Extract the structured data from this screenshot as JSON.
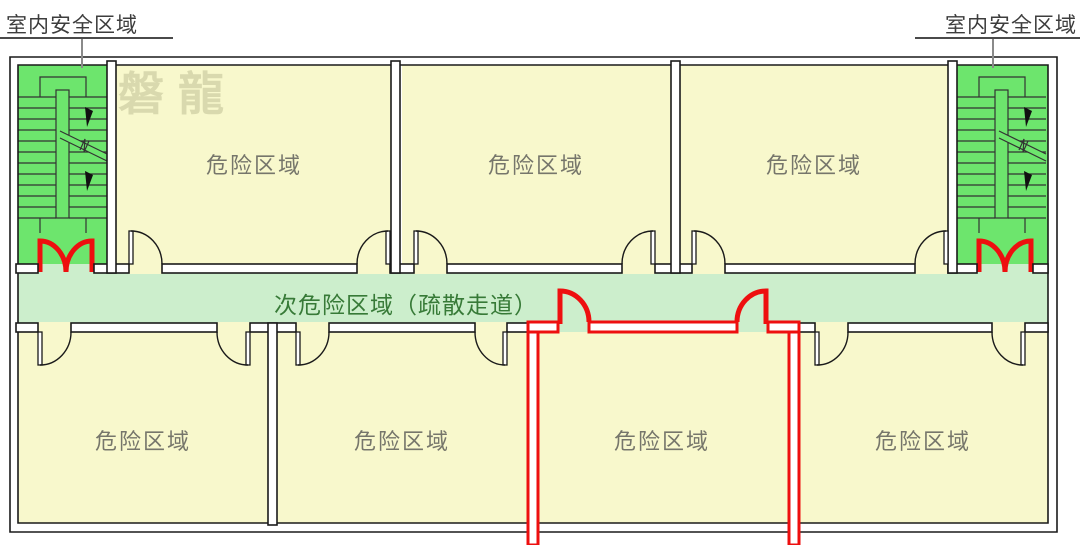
{
  "labels": {
    "indoor_safe_left": "室内安全区域",
    "indoor_safe_right": "室内安全区域",
    "corridor": "次危险区域（疏散走道）",
    "watermark": "磐龍"
  },
  "rooms": {
    "top": [
      {
        "label": "危险区域"
      },
      {
        "label": "危险区域"
      },
      {
        "label": "危险区域"
      }
    ],
    "bottom": [
      {
        "label": "危险区域"
      },
      {
        "label": "危险区域"
      },
      {
        "label": "危险区域",
        "highlighted": true
      },
      {
        "label": "危险区域"
      }
    ]
  },
  "legend_semantics": {
    "green_area": "室内安全区域",
    "yellow_area": "危险区域",
    "mint_area": "次危险区域（疏散走道）"
  },
  "colors": {
    "room_yellow": "#f8f8cc",
    "stair_green": "#6de56d",
    "corridor_green": "#cceecc",
    "highlight_red": "#ee0f0f",
    "wall": "#1a1a1a",
    "room_label": "#76766b",
    "corridor_label": "#377a37",
    "safe_label": "#3d3d3d",
    "watermark": "#b4b48a"
  }
}
